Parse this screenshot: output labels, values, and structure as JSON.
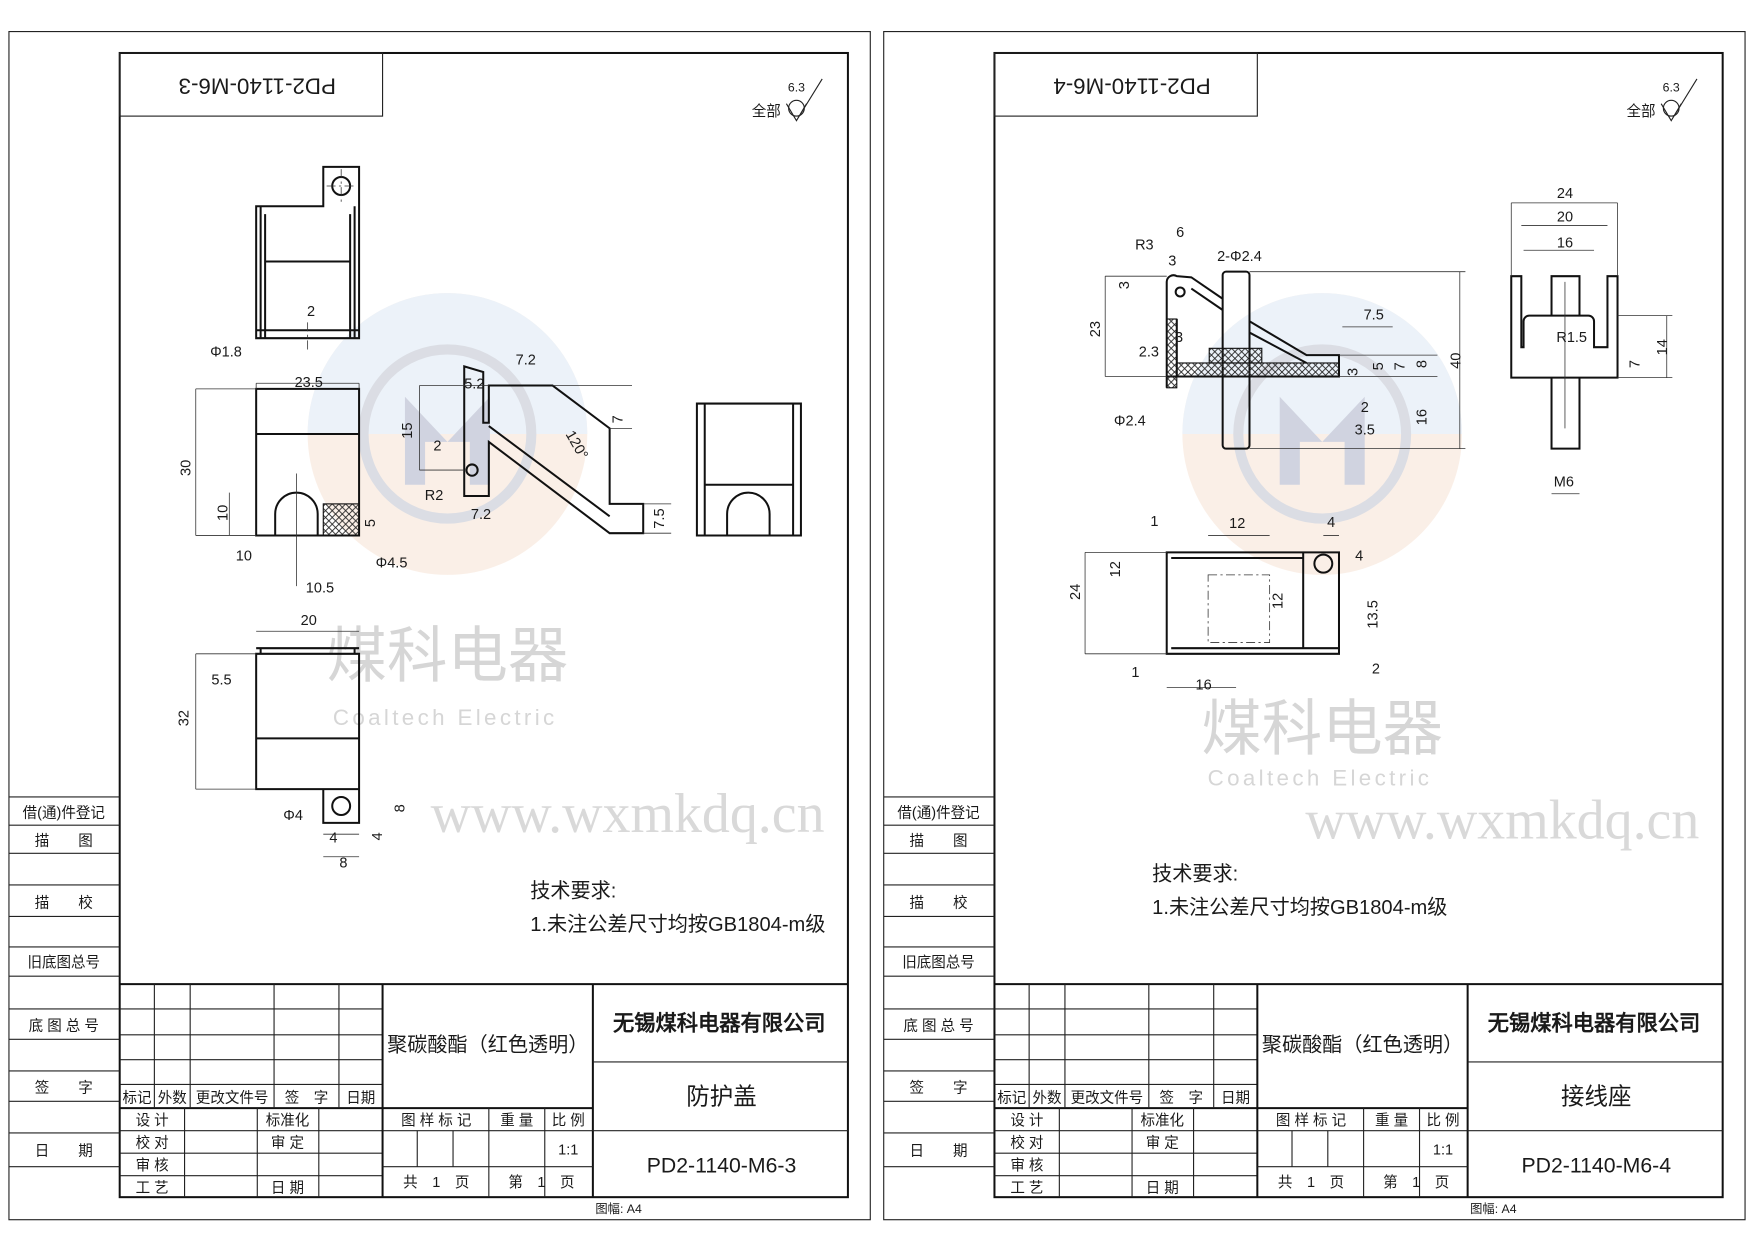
{
  "common": {
    "side_labels": [
      "借(通)件登记",
      "描　　图",
      "描　　校",
      "旧底图总号",
      "底 图 总 号",
      "签　　字",
      "日　　期"
    ],
    "revision_headers": [
      "标记",
      "外数",
      "更改文件号",
      "签　字",
      "日期"
    ],
    "roles": [
      "设 计",
      "校 对",
      "审 核",
      "工 艺"
    ],
    "roles2": [
      "标准化",
      "审 定",
      "日 期"
    ],
    "pattern_mark": "图 样 标 记",
    "weight": "重 量",
    "scale_label": "比 例",
    "scale": "1:1",
    "total_sheets": "共　1　页",
    "sheet_no": "第　1　页",
    "format": "图幅: A4",
    "roughness_value": "6.3",
    "roughness_label": "全部",
    "tech_title": "技术要求:",
    "tech_item": "1.未注公差尺寸均按GB1804-m级",
    "watermark_cn": "煤科电器",
    "watermark_en": "Coaltech Electric",
    "watermark_url": "www.wxmkdq.cn",
    "company": "无锡煤科电器有限公司",
    "material": "聚碳酸酯（红色透明）"
  },
  "sheets": [
    {
      "drawing_number": "PD2-1140-M6-3",
      "part_name": "防护盖",
      "dims": [
        "2",
        "Φ1.8",
        "23.5",
        "30",
        "10",
        "10",
        "10.5",
        "5",
        "Φ4.5",
        "5.2",
        "7.2",
        "15",
        "2",
        "R2",
        "7.2",
        "120°",
        "7",
        "7.5",
        "20",
        "5.5",
        "32",
        "Φ4",
        "4",
        "8",
        "8",
        "4"
      ]
    },
    {
      "drawing_number": "PD2-1140-M6-4",
      "part_name": "接线座",
      "dims": [
        "R3",
        "6",
        "3",
        "2-Φ2.4",
        "23",
        "3",
        "3",
        "2.3",
        "Φ2.4",
        "7.5",
        "3",
        "5",
        "7",
        "8",
        "40",
        "2",
        "3.5",
        "16",
        "24",
        "20",
        "16",
        "R1.5",
        "7",
        "14",
        "M6",
        "1",
        "12",
        "4",
        "4",
        "12",
        "24",
        "12",
        "13.5",
        "1",
        "16",
        "2"
      ]
    }
  ]
}
